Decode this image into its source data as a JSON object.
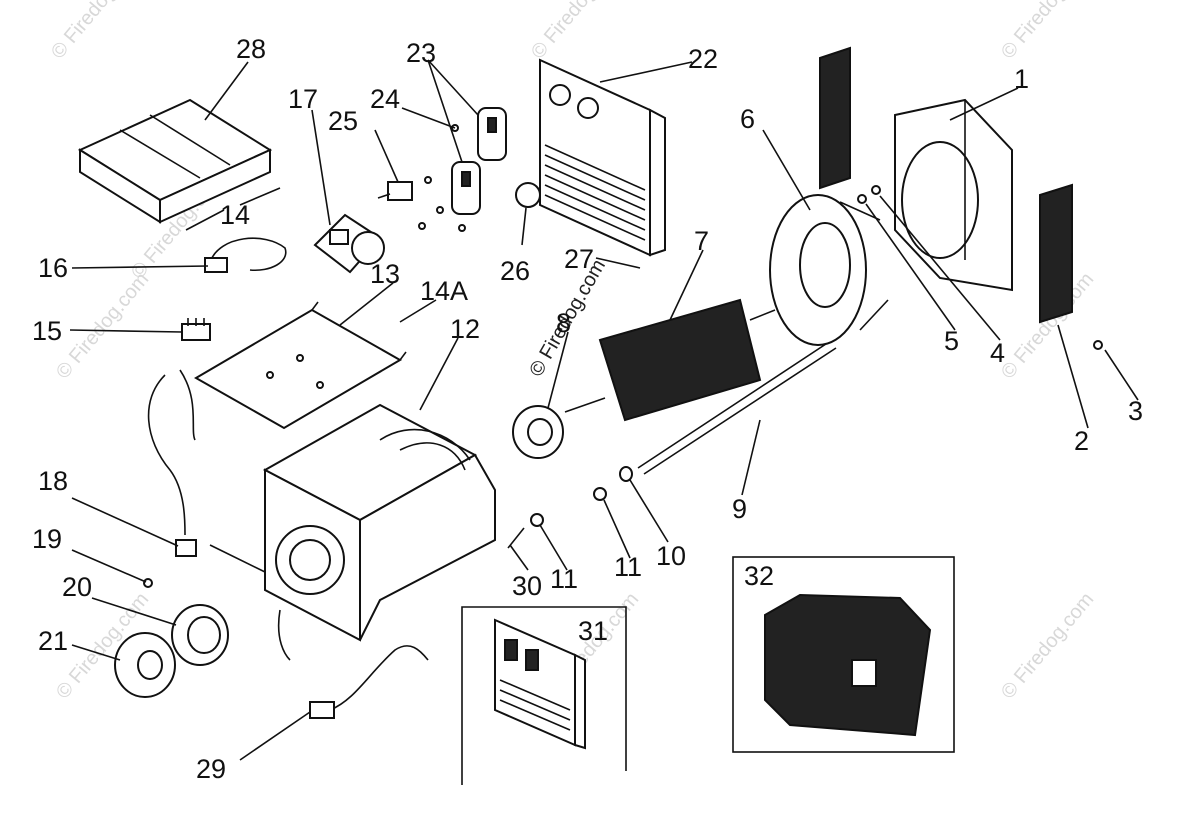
{
  "watermark": {
    "text": "© Firedog.com",
    "center_text": "© Firedog.com"
  },
  "labels": {
    "l1": "1",
    "l2": "2",
    "l3": "3",
    "l4": "4",
    "l5": "5",
    "l6": "6",
    "l7": "7",
    "l8": "8",
    "l9": "9",
    "l10": "10",
    "l11a": "11",
    "l11b": "11",
    "l12": "12",
    "l13": "13",
    "l14": "14",
    "l14a": "14A",
    "l15": "15",
    "l16": "16",
    "l17": "17",
    "l18": "18",
    "l19": "19",
    "l20": "20",
    "l21": "21",
    "l22": "22",
    "l23": "23",
    "l24": "24",
    "l25": "25",
    "l26": "26",
    "l27": "27",
    "l28": "28",
    "l29": "29",
    "l30": "30",
    "l31": "31",
    "l32": "32"
  }
}
